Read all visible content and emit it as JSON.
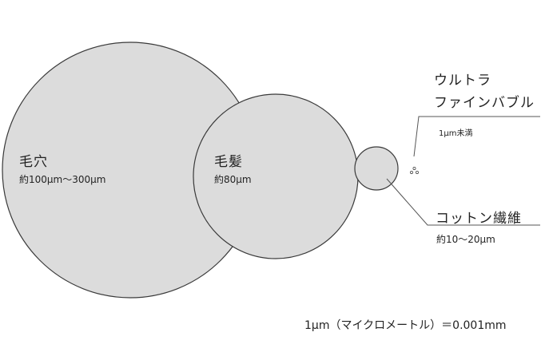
{
  "colors": {
    "circle_fill": "#dcdcdc",
    "circle_stroke": "#3a3a3a",
    "text": "#222222",
    "leader": "#555555"
  },
  "pore": {
    "name": "毛穴",
    "size": "約100μm〜300μm"
  },
  "hair": {
    "name": "毛髪",
    "size": "約80μm"
  },
  "ultra_fine_bubble": {
    "line1": "ウルトラ",
    "line2": "ファインバブル",
    "size": "1μm未満"
  },
  "cotton": {
    "name": "コットン繊維",
    "size": "約10〜20μm"
  },
  "footnote": "1μm（マイクロメートル）＝0.001mm"
}
